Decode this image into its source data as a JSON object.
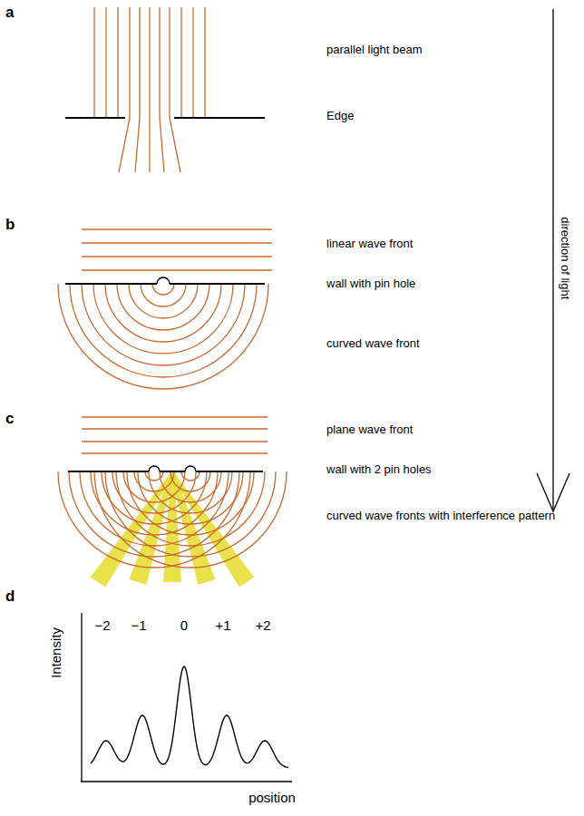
{
  "diagram": {
    "labels": [
      "a",
      "parallel light beam",
      "Edge",
      "b",
      "linear wave front",
      "wall with pin hole",
      "curved wave front",
      "c",
      "plane wave front",
      "wall with 2 pin holes",
      "curved wave fronts with interference pattern",
      "direction of light",
      "d",
      "Intensity",
      "−2",
      "−1",
      "0",
      "+1",
      "+2",
      "position"
    ]
  }
}
